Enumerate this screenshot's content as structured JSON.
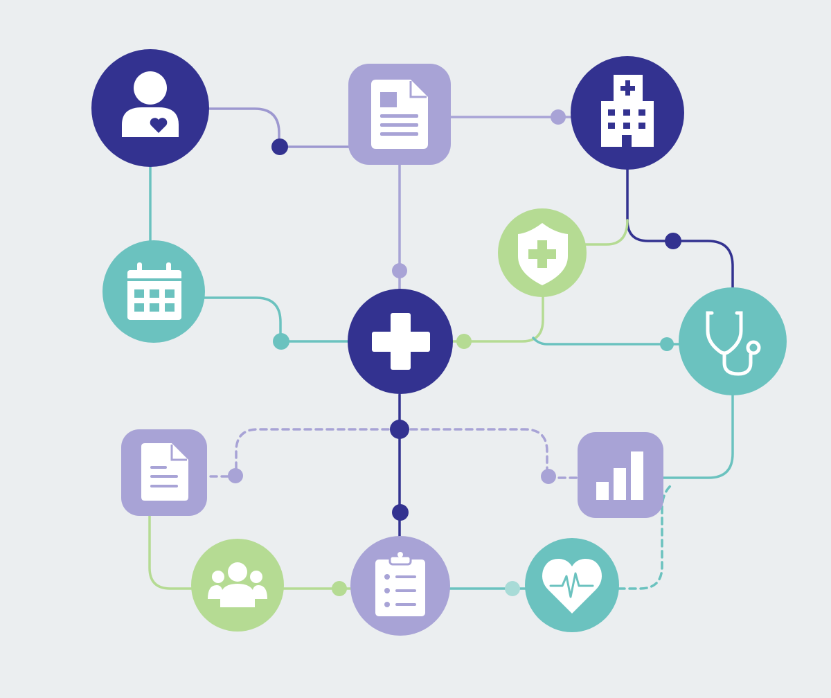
{
  "colors": {
    "background": "#ebeef0",
    "navy": "#333290",
    "lavender": "#a8a3d6",
    "teal": "#6bc2bf",
    "green": "#b5db93",
    "white": "#ffffff"
  },
  "nodes": [
    {
      "id": "patient",
      "icon": "patient-heart-icon",
      "shape": "circle",
      "color": "navy"
    },
    {
      "id": "document-top",
      "icon": "document-icon",
      "shape": "rounded-square",
      "color": "lavender"
    },
    {
      "id": "hospital",
      "icon": "hospital-building-icon",
      "shape": "circle",
      "color": "navy"
    },
    {
      "id": "calendar",
      "icon": "calendar-icon",
      "shape": "circle",
      "color": "teal"
    },
    {
      "id": "shield",
      "icon": "shield-plus-icon",
      "shape": "circle",
      "color": "green"
    },
    {
      "id": "medical-hub",
      "icon": "medical-cross-icon",
      "shape": "circle",
      "color": "navy"
    },
    {
      "id": "stethoscope",
      "icon": "stethoscope-icon",
      "shape": "circle",
      "color": "teal"
    },
    {
      "id": "report",
      "icon": "report-document-icon",
      "shape": "rounded-square",
      "color": "lavender"
    },
    {
      "id": "analytics",
      "icon": "bar-chart-icon",
      "shape": "rounded-square",
      "color": "lavender"
    },
    {
      "id": "care-team",
      "icon": "people-group-icon",
      "shape": "circle",
      "color": "green"
    },
    {
      "id": "clipboard",
      "icon": "clipboard-checklist-icon",
      "shape": "circle",
      "color": "lavender"
    },
    {
      "id": "heart-monitor",
      "icon": "heart-pulse-icon",
      "shape": "circle",
      "color": "teal"
    }
  ],
  "connections": [
    {
      "from": "patient",
      "to": "document-top",
      "color": "lavender",
      "style": "solid"
    },
    {
      "from": "document-top",
      "to": "hospital",
      "color": "lavender",
      "style": "solid"
    },
    {
      "from": "patient",
      "to": "calendar",
      "color": "teal",
      "style": "solid"
    },
    {
      "from": "calendar",
      "to": "medical-hub",
      "color": "teal",
      "style": "solid"
    },
    {
      "from": "document-top",
      "to": "medical-hub",
      "color": "lavender",
      "style": "solid"
    },
    {
      "from": "hospital",
      "to": "stethoscope",
      "color": "navy",
      "style": "solid"
    },
    {
      "from": "hospital",
      "to": "shield",
      "color": "green",
      "style": "solid"
    },
    {
      "from": "shield",
      "to": "medical-hub",
      "color": "green",
      "style": "solid"
    },
    {
      "from": "medical-hub",
      "to": "stethoscope",
      "color": "teal",
      "style": "solid"
    },
    {
      "from": "medical-hub",
      "to": "clipboard",
      "color": "navy",
      "style": "solid"
    },
    {
      "from": "medical-hub",
      "to": "report",
      "color": "lavender",
      "style": "dashed"
    },
    {
      "from": "medical-hub",
      "to": "analytics",
      "color": "lavender",
      "style": "dashed"
    },
    {
      "from": "stethoscope",
      "to": "analytics",
      "color": "teal",
      "style": "solid"
    },
    {
      "from": "report",
      "to": "care-team",
      "color": "green",
      "style": "solid"
    },
    {
      "from": "care-team",
      "to": "clipboard",
      "color": "green",
      "style": "solid"
    },
    {
      "from": "clipboard",
      "to": "heart-monitor",
      "color": "teal",
      "style": "solid"
    },
    {
      "from": "heart-monitor",
      "to": "analytics",
      "color": "teal",
      "style": "dashed"
    }
  ]
}
